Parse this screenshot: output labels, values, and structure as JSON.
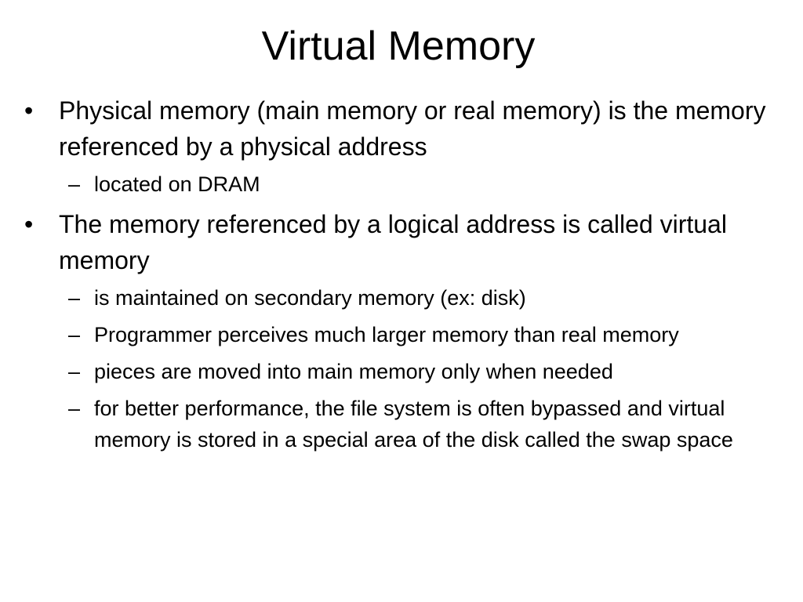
{
  "slide": {
    "title": "Virtual Memory",
    "bullet_symbol": "•",
    "dash_symbol": "–",
    "bullets": [
      {
        "text": "Physical memory (main memory or real memory) is the memory referenced by a physical address",
        "sub": [
          "located on DRAM"
        ]
      },
      {
        "text": "The memory referenced by a logical address is called virtual memory",
        "sub": [
          "is maintained on secondary memory (ex: disk)",
          "Programmer perceives much larger memory than real memory",
          "pieces are moved into main memory only when needed",
          "for better performance, the file system is often bypassed and virtual memory is stored in a special area of the disk called the swap space"
        ]
      }
    ]
  }
}
